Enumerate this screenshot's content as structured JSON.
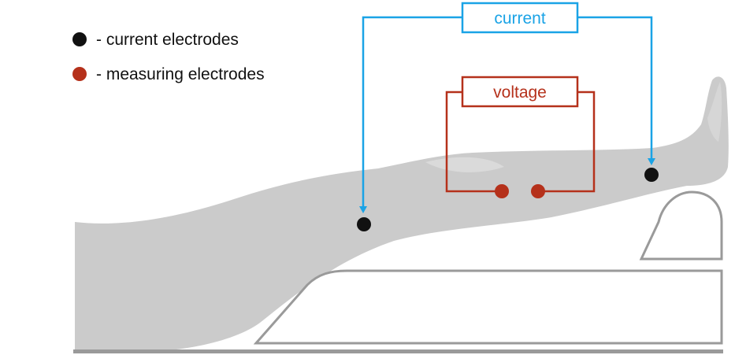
{
  "legend": {
    "current_electrodes": "- current electrodes",
    "measuring_electrodes": "- measuring electrodes"
  },
  "labels": {
    "current": "current",
    "voltage": "voltage"
  },
  "colors": {
    "current": "#1aa3e6",
    "voltage": "#b5311b",
    "current_electrode": "#111111",
    "measuring_electrode": "#b5311b",
    "leg_fill": "#cbcbcb",
    "leg_highlight": "#dadada",
    "support_stroke": "#9a9a9a"
  },
  "icons": {
    "current_electrode": "black-dot-icon",
    "measuring_electrode": "red-dot-icon"
  }
}
